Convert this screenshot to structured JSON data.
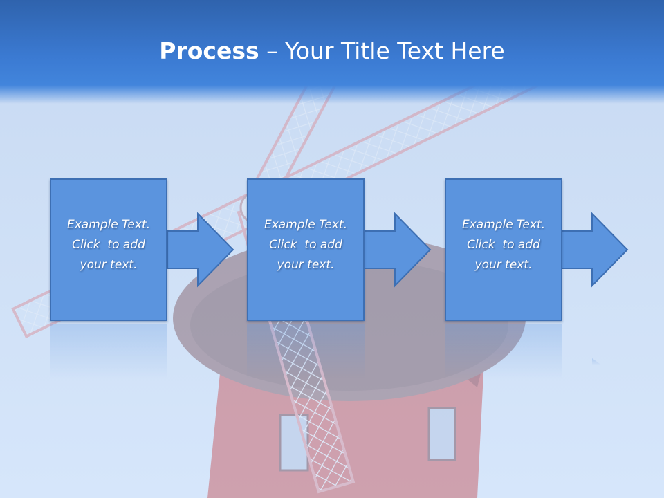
{
  "slide": {
    "title_bold": "Process",
    "title_rest": " – Your Title Text Here",
    "steps": [
      {
        "line1": "Example Text.",
        "line2": "Click  to add",
        "line3": "your text."
      },
      {
        "line1": "Example Text.",
        "line2": "Click  to add",
        "line3": "your text."
      },
      {
        "line1": "Example Text.",
        "line2": "Click  to add",
        "line3": "your text."
      }
    ]
  },
  "colors": {
    "title_bar": "#3b7ad2",
    "box_fill": "#5b94de",
    "box_border": "#3d6fb3",
    "background": "#cfe0f6"
  },
  "icons": {
    "arrow": "right-arrow-icon",
    "background": "windmill-illustration"
  }
}
